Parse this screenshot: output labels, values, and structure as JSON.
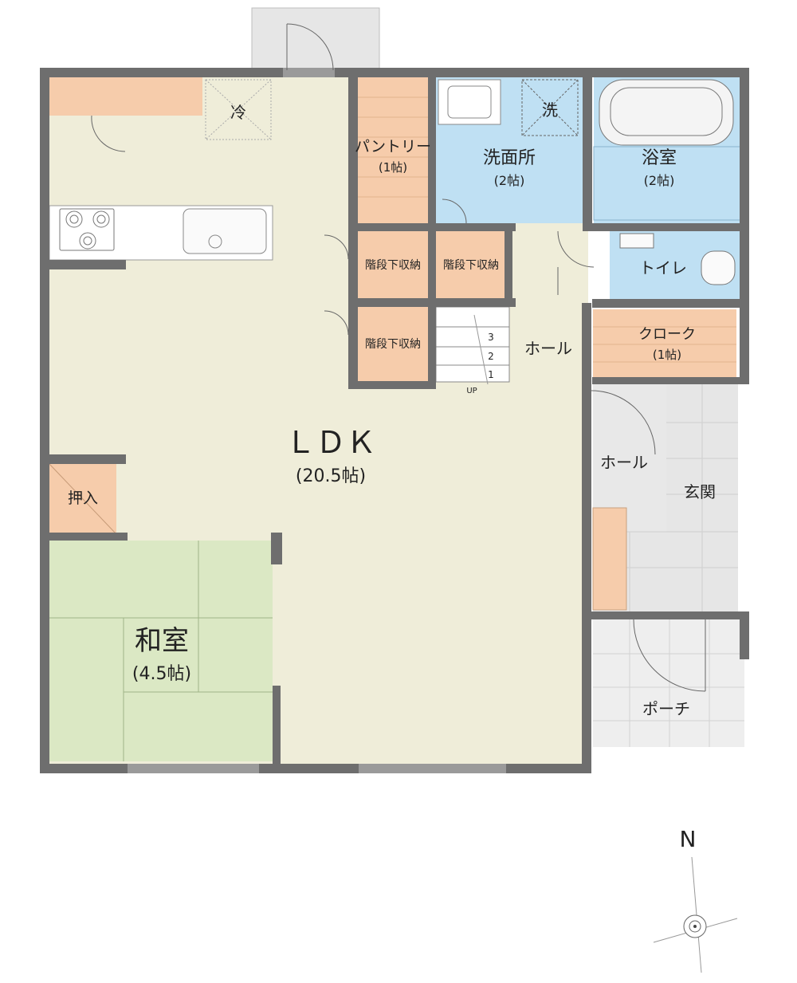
{
  "rooms": {
    "ldk": {
      "name": "ＬＤＫ",
      "size": "(20.5帖)"
    },
    "washitsu": {
      "name": "和室",
      "size": "(4.5帖)"
    },
    "pantry": {
      "name": "パントリー",
      "size": "(1帖)"
    },
    "senmenjo": {
      "name": "洗面所",
      "size": "(2帖)"
    },
    "yokushitsu": {
      "name": "浴室",
      "size": "(2帖)"
    },
    "toilet": {
      "name": "トイレ"
    },
    "cloak": {
      "name": "クローク",
      "size": "(1帖)"
    },
    "hall_upper": {
      "name": "ホール"
    },
    "hall_lower": {
      "name": "ホール"
    },
    "genkan": {
      "name": "玄関"
    },
    "porch": {
      "name": "ポーチ"
    },
    "oshiire": {
      "name": "押入"
    },
    "storage_1": {
      "name": "階段下収納"
    },
    "storage_2": {
      "name": "階段下収納"
    },
    "storage_3": {
      "name": "階段下収納"
    }
  },
  "fixtures": {
    "fridge": "冷",
    "washer": "洗"
  },
  "stairs": {
    "steps": [
      "3",
      "2",
      "1"
    ],
    "direction": "UP"
  },
  "compass": {
    "north": "N"
  },
  "colors": {
    "ldk": "#efedd9",
    "washitsu": "#dbe8c4",
    "storage": "#f6ccab",
    "water": "#bfe0f3",
    "entry": "#e5e5e5",
    "wall": "#6e6e6e"
  }
}
